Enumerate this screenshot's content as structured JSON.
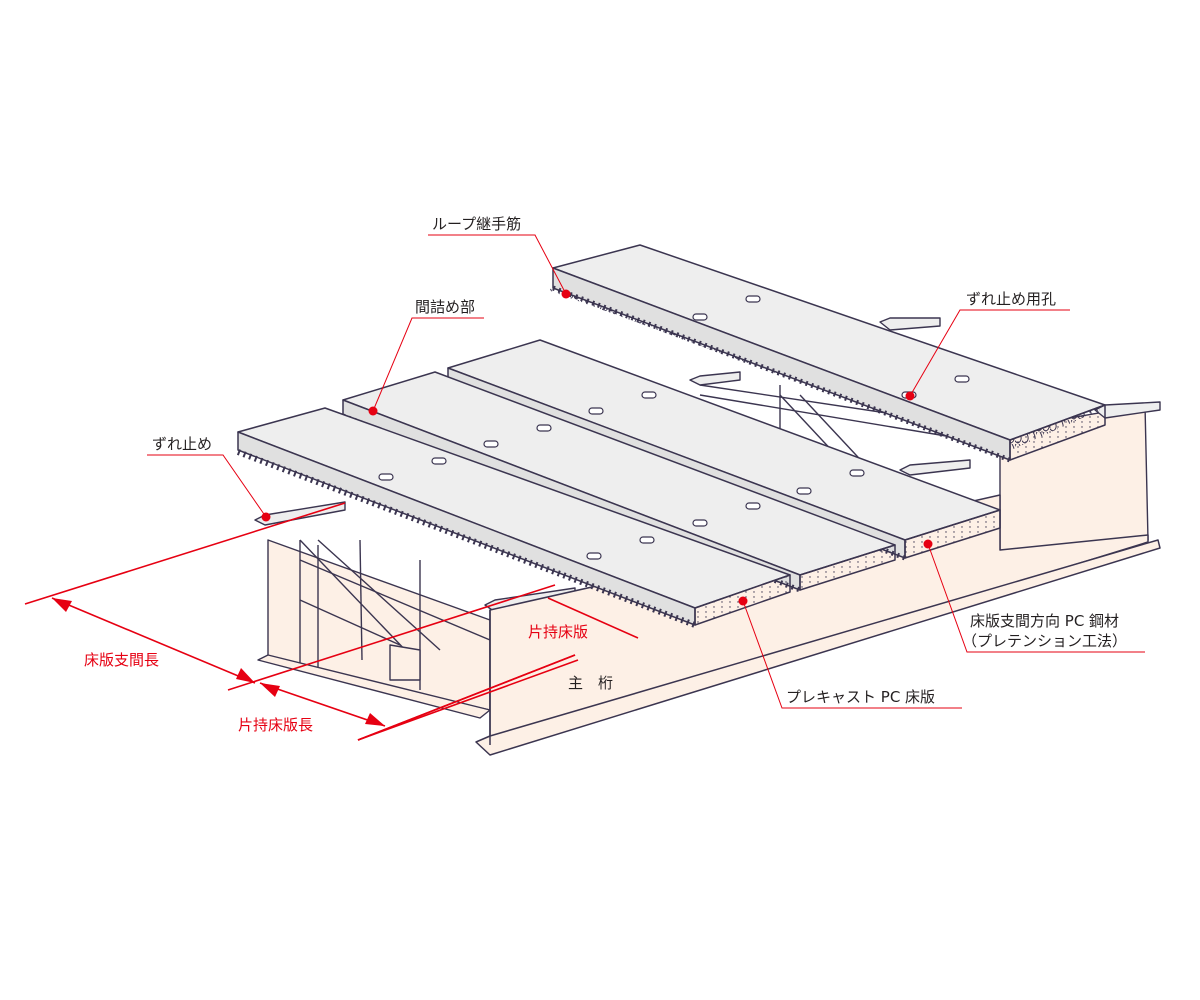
{
  "labels": {
    "loop_joint_rebar": "ループ継手筋",
    "shear_connector_hole": "ずれ止め用孔",
    "infill_joint": "間詰め部",
    "shear_connector": "ずれ止め",
    "pc_strand_line1": "床版支間方向 PC 鋼材",
    "pc_strand_line2": "（プレテンション工法）",
    "precast_slab": "プレキャスト PC 床版",
    "cantilever_slab": "片持床版",
    "main_girder": "主　桁",
    "slab_span_length": "床版支間長",
    "cantilever_length": "片持床版長"
  },
  "colors": {
    "outline": "#3b3550",
    "slab_top": "#eeeeee",
    "slab_side": "#d9d9d9",
    "girder_fill": "#fdf0e6",
    "leader_red": "#e60012",
    "text_dark": "#231f20"
  }
}
